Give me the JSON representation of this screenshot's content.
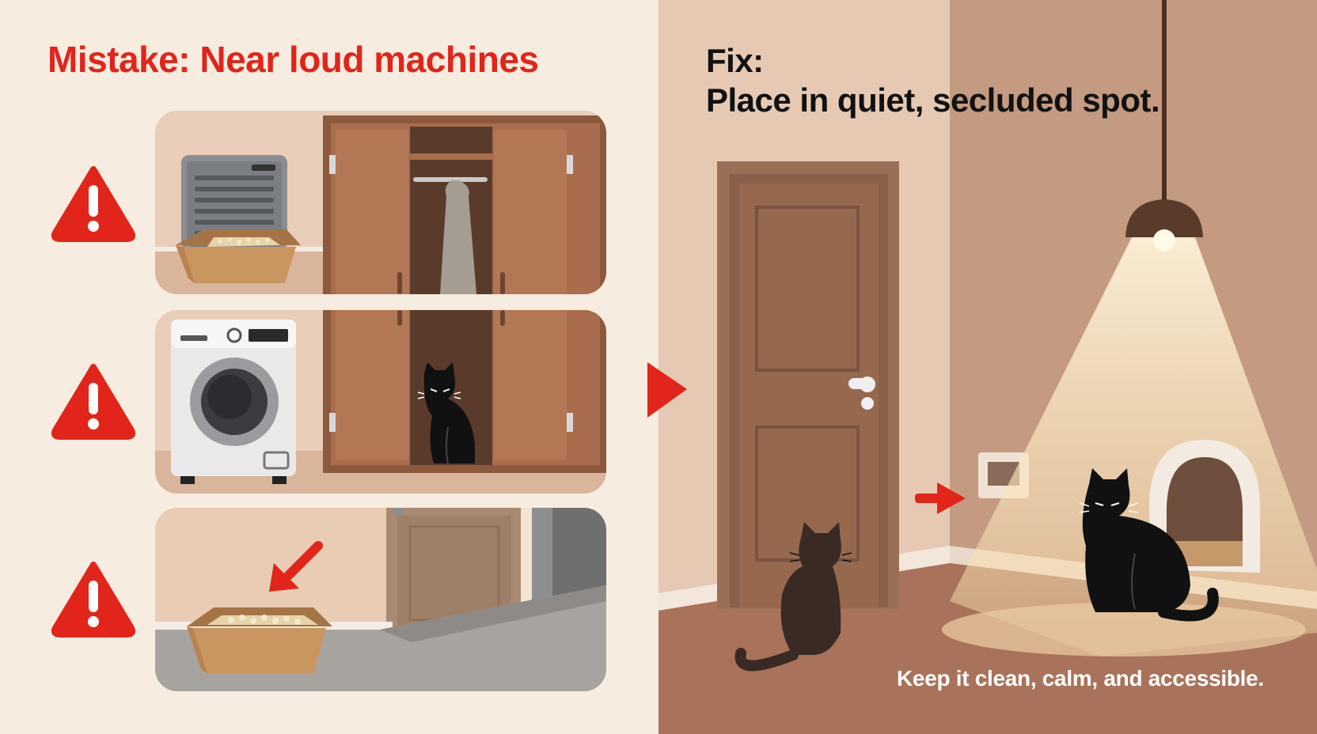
{
  "mistake": {
    "title": "Mistake: Near loud machines",
    "title_color": "#e1251b"
  },
  "fix": {
    "label": "Fix:",
    "text": "Place in quiet, secluded spot.",
    "text_color": "#111111"
  },
  "footer": {
    "text": "Keep it clean, calm, and accessible.",
    "text_color": "#ffffff"
  },
  "colors": {
    "left_background": "#f6ece0",
    "right_background": "#c49a80",
    "warning_red": "#e1251b",
    "floor_brown": "#a8735a",
    "cabinet_brown": "#a96d4e",
    "cat_black": "#111111"
  },
  "icons": [
    "warning-icon",
    "arrow-icon",
    "washing-machine",
    "air-purifier",
    "litter-box",
    "cat",
    "ceiling-lamp",
    "door",
    "wall-switch",
    "covered-litter-box"
  ]
}
